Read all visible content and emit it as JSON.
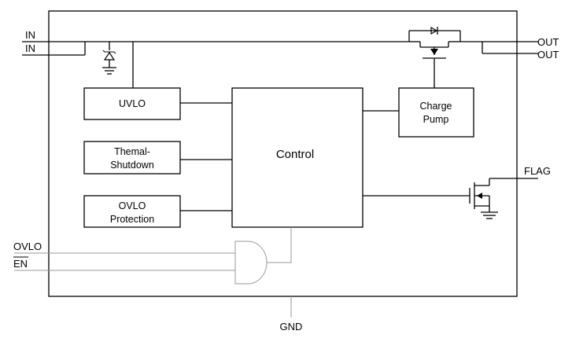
{
  "pins": {
    "in1": "IN",
    "in2": "IN",
    "out1": "OUT",
    "out2": "OUT",
    "flag": "FLAG",
    "ovlo": "OVLO",
    "en": "EN",
    "gnd": "GND"
  },
  "blocks": {
    "uvlo": "UVLO",
    "thermal_line1": "Themal-",
    "thermal_line2": "Shutdown",
    "ovlo_line1": "OVLO",
    "ovlo_line2": "Protection",
    "control": "Control",
    "charge_line1": "Charge",
    "charge_line2": "Pump"
  }
}
